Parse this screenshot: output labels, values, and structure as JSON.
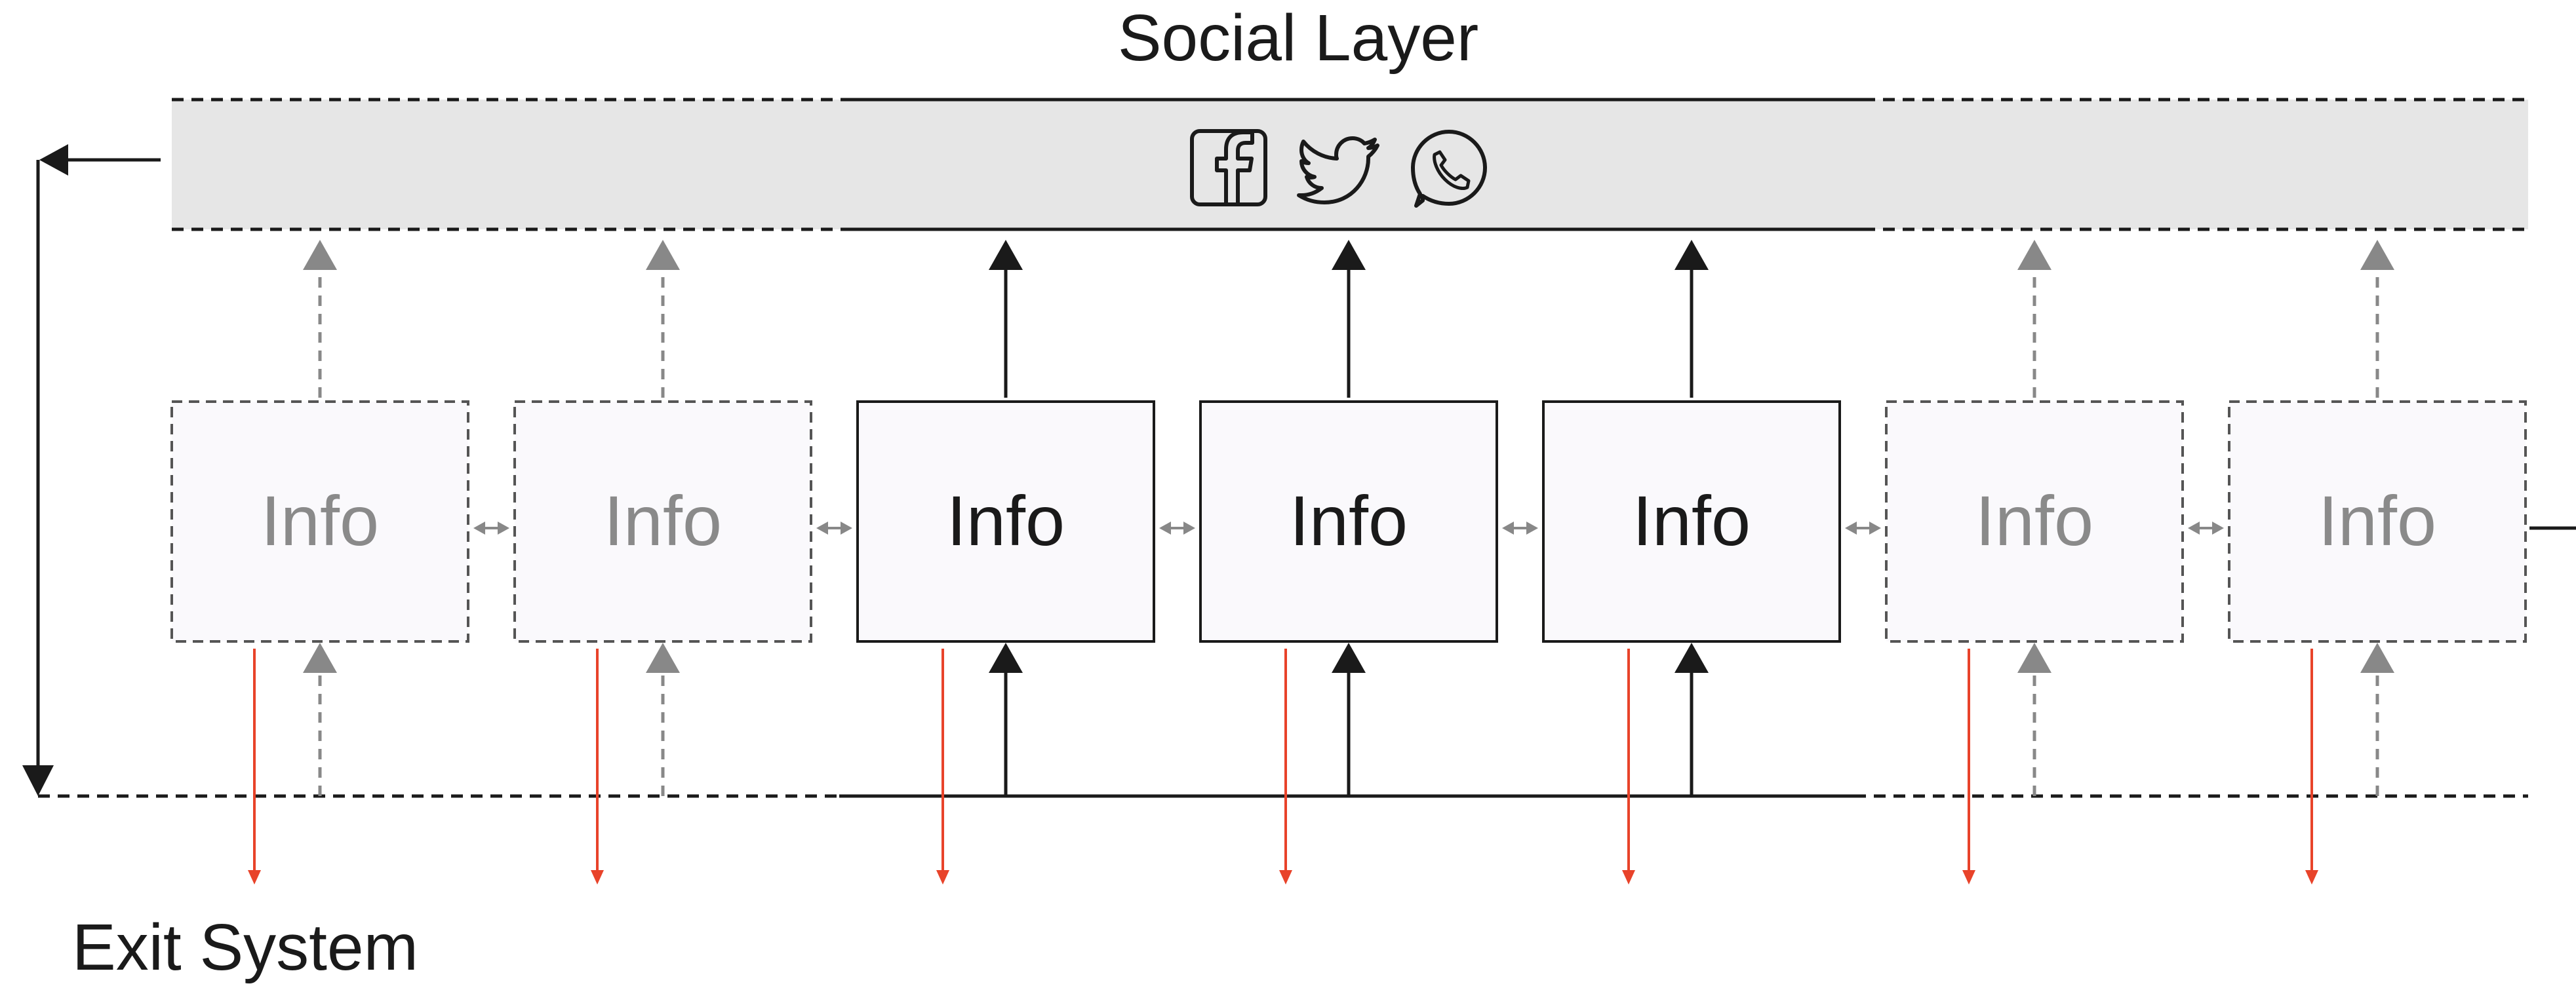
{
  "diagram": {
    "title": "Social Layer",
    "exit_label": "Exit System",
    "social_icons": [
      "facebook-icon",
      "twitter-icon",
      "whatsapp-icon"
    ],
    "nodes": [
      {
        "label": "Info",
        "style": "faded"
      },
      {
        "label": "Info",
        "style": "faded"
      },
      {
        "label": "Info",
        "style": "active"
      },
      {
        "label": "Info",
        "style": "active"
      },
      {
        "label": "Info",
        "style": "active"
      },
      {
        "label": "Info",
        "style": "faded"
      },
      {
        "label": "Info",
        "style": "faded"
      }
    ],
    "colors": {
      "layer_fill": "#e6e6e6",
      "node_fill": "#faf9fc",
      "active_line": "#1a1a1a",
      "faded_line": "#888888",
      "exit_arrow": "#e8432a",
      "active_text": "#1a1a1a",
      "faded_text": "#8a8a8a"
    }
  }
}
